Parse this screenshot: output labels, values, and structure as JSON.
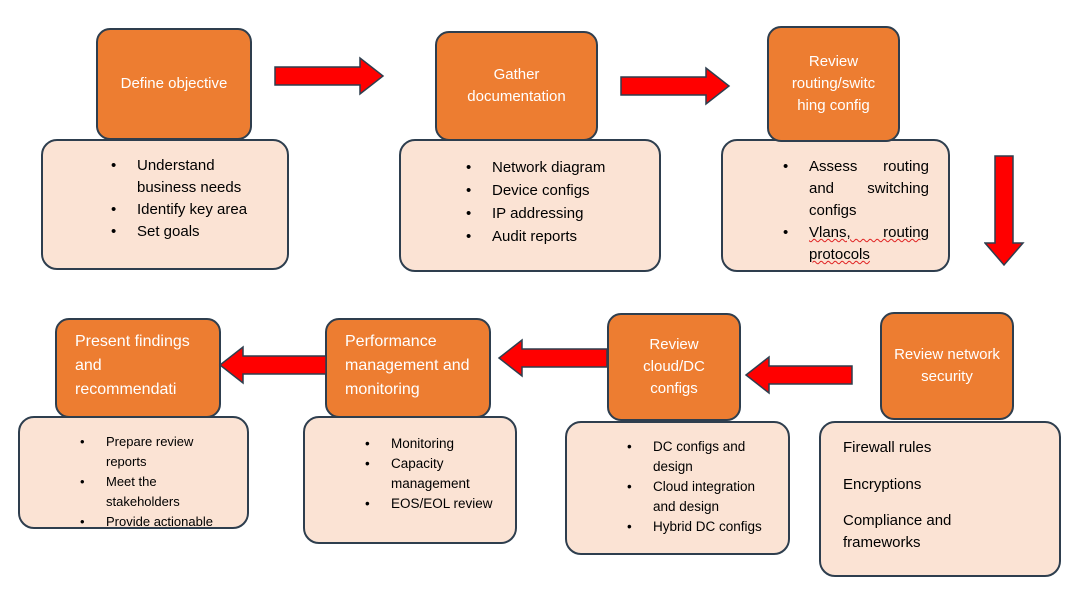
{
  "steps": [
    {
      "title": "Define objective",
      "items": [
        "Understand business needs",
        "Identify key area",
        "Set goals"
      ]
    },
    {
      "title": "Gather documentation",
      "items": [
        "Network diagram",
        "Device configs",
        "IP addressing",
        "Audit reports"
      ]
    },
    {
      "title": "Review routing/switc\nhing config",
      "items": [
        "Assess routing and switching configs",
        "Vlans, routing protocols"
      ]
    },
    {
      "title": "Review network security",
      "items": [
        "Firewall rules",
        "Encryptions",
        "Compliance and frameworks"
      ]
    },
    {
      "title": "Review cloud/DC configs",
      "items": [
        "DC configs and design",
        "Cloud integration and design",
        "Hybrid DC configs"
      ]
    },
    {
      "title": "Performance management and monitoring",
      "items": [
        "Monitoring",
        "Capacity management",
        "EOS/EOL review"
      ]
    },
    {
      "title": "Present findings and recommendati",
      "items": [
        "Prepare review reports",
        "Meet the stakeholders",
        "Provide actionable"
      ]
    }
  ],
  "colors": {
    "header_fill": "#ed7d31",
    "body_fill": "#fbe3d4",
    "arrow_fill": "#ff0000",
    "outline": "#2e3e4e"
  }
}
